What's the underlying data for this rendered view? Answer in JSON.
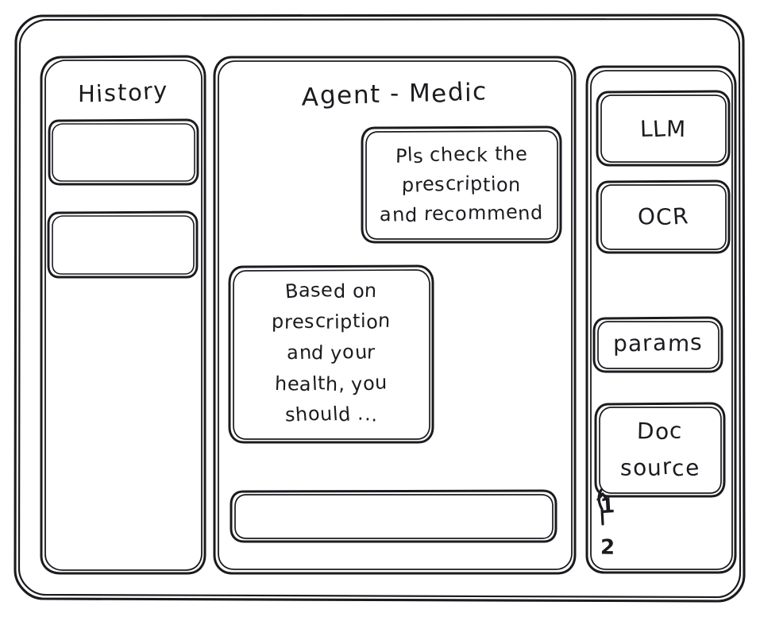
{
  "app": {
    "title": "Agent - Medic",
    "style": "hand-drawn-wireframe",
    "stroke_color": "#1b1b1f",
    "background_color": "#ffffff"
  },
  "sidebar_left": {
    "title": "History",
    "items": [
      {
        "label": "",
        "name": "history-item-1"
      },
      {
        "label": "",
        "name": "history-item-2"
      }
    ]
  },
  "main": {
    "title": "Agent - Medic",
    "messages": [
      {
        "role": "user",
        "align": "right",
        "lines": [
          "Pls check the",
          "prescription",
          "and recommend"
        ]
      },
      {
        "role": "assistant",
        "align": "left",
        "lines": [
          "Based on",
          "prescription",
          "and your",
          "health, you",
          "should ..."
        ]
      }
    ],
    "composer": {
      "value": "",
      "placeholder": ""
    }
  },
  "sidebar_right": {
    "tools": [
      {
        "label": "LLM",
        "name": "tool-llm"
      },
      {
        "label": "OCR",
        "name": "tool-ocr"
      },
      {
        "label": "params",
        "name": "tool-params"
      }
    ],
    "doc_source": {
      "lines": [
        "Doc",
        "source"
      ],
      "label": "Doc source",
      "entries": [
        "1",
        "2"
      ]
    }
  }
}
